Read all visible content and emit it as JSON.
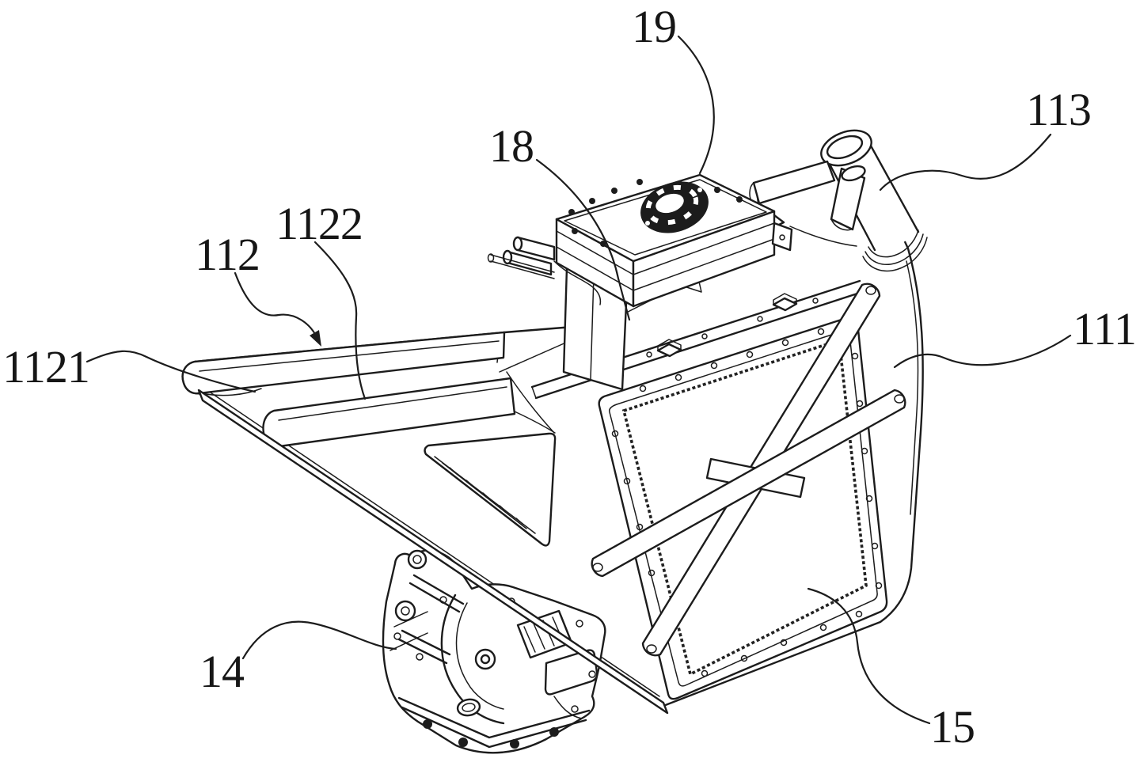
{
  "figure": {
    "kind": "patent-line-drawing",
    "background_color": "#ffffff",
    "ink_color": "#1c1c1c",
    "labels": [
      {
        "text": "19"
      },
      {
        "text": "18"
      },
      {
        "text": "113"
      },
      {
        "text": "1122"
      },
      {
        "text": "112"
      },
      {
        "text": "1121"
      },
      {
        "text": "111"
      },
      {
        "text": "14"
      },
      {
        "text": "15"
      }
    ]
  }
}
